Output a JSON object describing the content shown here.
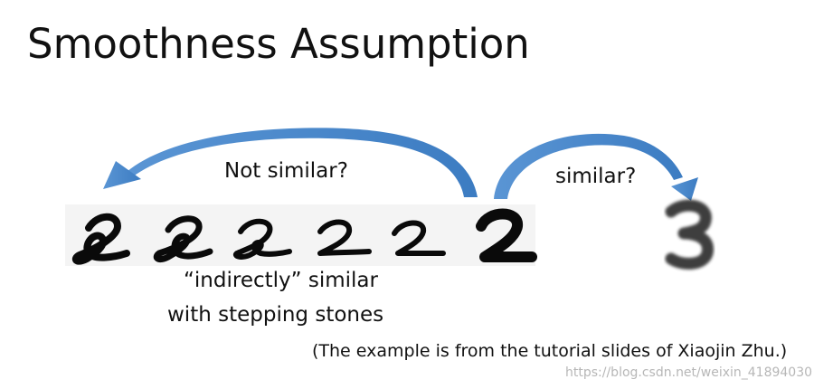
{
  "title": "Smoothness Assumption",
  "labels": {
    "not_similar": "Not similar?",
    "similar": "similar?",
    "caption_line1": "“indirectly” similar",
    "caption_line2": "with stepping stones"
  },
  "source_note": "(The example is from the tutorial slides of Xiaojin Zhu.)",
  "watermark": "https://blog.csdn.net/weixin_41894030",
  "digits": {
    "sequence": [
      "2",
      "2",
      "2",
      "2",
      "2",
      "2"
    ],
    "target": "3"
  },
  "colors": {
    "arrow": "#4a86c8",
    "arrow_dark": "#2f6fb3",
    "digit_ink": "#0a0a0a",
    "target_ink": "#2b2b2b",
    "digit_strip_bg": "#f4f4f4"
  }
}
